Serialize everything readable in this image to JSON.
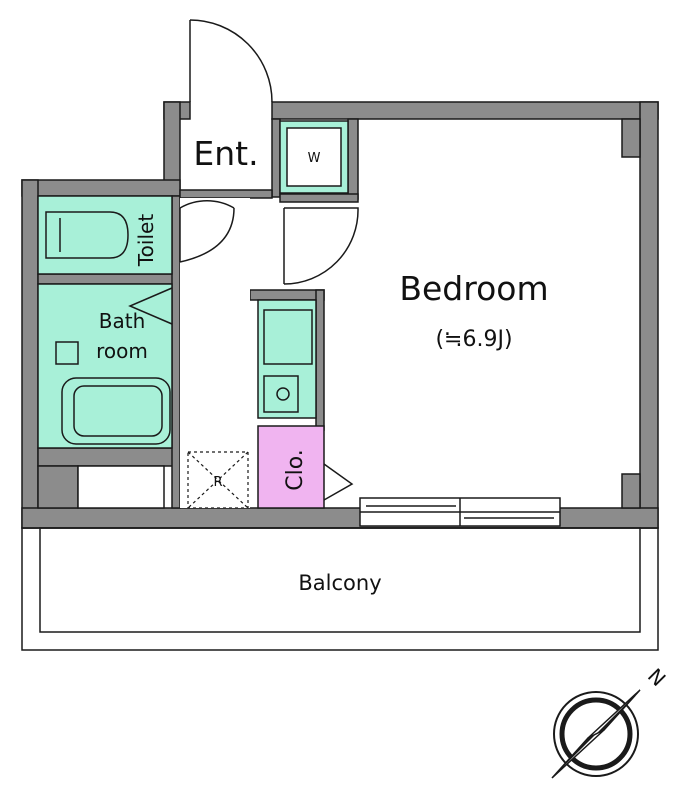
{
  "rooms": {
    "entrance": "Ent.",
    "washer": "W",
    "toilet": "Toilet",
    "bathroom_line1": "Bath",
    "bathroom_line2": "room",
    "bedroom": "Bedroom",
    "bedroom_size": "(≒6.9J)",
    "closet": "Clo.",
    "refrigerator": "R",
    "balcony": "Balcony"
  },
  "compass": {
    "north_label": "N"
  },
  "colors": {
    "wall": "#8c8c8c",
    "fixture_fill": "#a8f0d8",
    "closet_fill": "#f0b4f0",
    "line": "#1a1a1a"
  }
}
